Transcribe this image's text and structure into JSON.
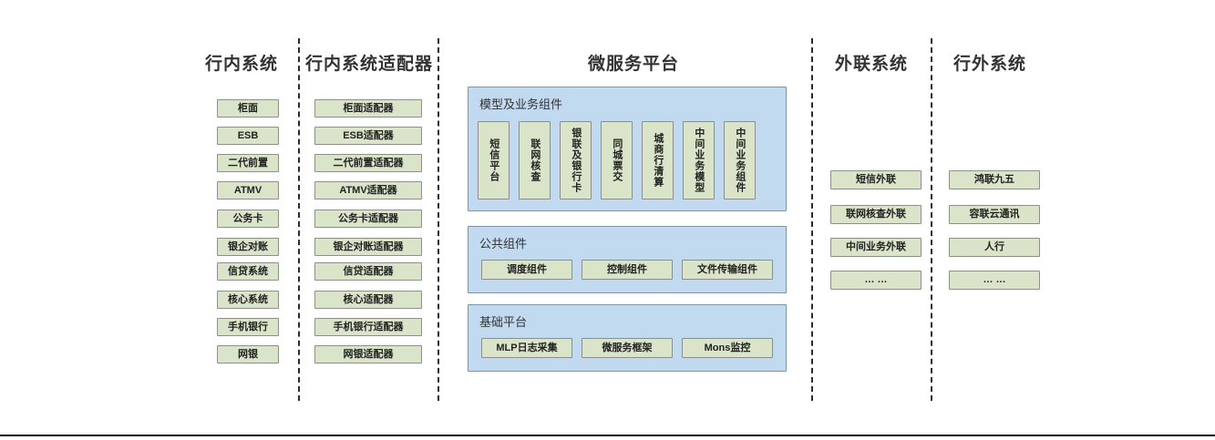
{
  "columns": [
    {
      "id": "in-bank-systems",
      "title": "行内系统",
      "items": [
        "柜面",
        "ESB",
        "二代前置",
        "ATMV",
        "公务卡",
        "银企对账",
        "信贷系统",
        "核心系统",
        "手机银行",
        "网银"
      ]
    },
    {
      "id": "in-bank-adapters",
      "title": "行内系统适配器",
      "items": [
        "柜面适配器",
        "ESB适配器",
        "二代前置适配器",
        "ATMV适配器",
        "公务卡适配器",
        "银企对账适配器",
        "信贷适配器",
        "核心适配器",
        "手机银行适配器",
        "网银适配器"
      ]
    },
    {
      "id": "microservice-platform",
      "title": "微服务平台"
    },
    {
      "id": "external-link-systems",
      "title": "外联系统",
      "items": [
        "短信外联",
        "联网核查外联",
        "中间业务外联",
        "… …"
      ]
    },
    {
      "id": "outside-bank-systems",
      "title": "行外系统",
      "items": [
        "鸿联九五",
        "容联云通讯",
        "人行",
        "… …"
      ]
    }
  ],
  "platform": {
    "panels": [
      {
        "id": "model-business-components",
        "label": "模型及业务组件",
        "orientation": "vertical",
        "items": [
          "短信平台",
          "联网核查",
          "银联及银行卡",
          "同城票交",
          "城商行清算",
          "中间业务模型",
          "中间业务组件"
        ]
      },
      {
        "id": "public-components",
        "label": "公共组件",
        "orientation": "horizontal",
        "items": [
          "调度组件",
          "控制组件",
          "文件传输组件"
        ]
      },
      {
        "id": "base-platform",
        "label": "基础平台",
        "orientation": "horizontal",
        "items": [
          "MLP日志采集",
          "微服务框架",
          "Mons监控"
        ]
      }
    ]
  },
  "colors": {
    "node_fill": "#d9e4c8",
    "node_border": "#8e8e8e",
    "panel_fill": "#c2daf0",
    "panel_border": "#7d95ab",
    "divider": "#2b2b2b",
    "text": "#333333"
  }
}
